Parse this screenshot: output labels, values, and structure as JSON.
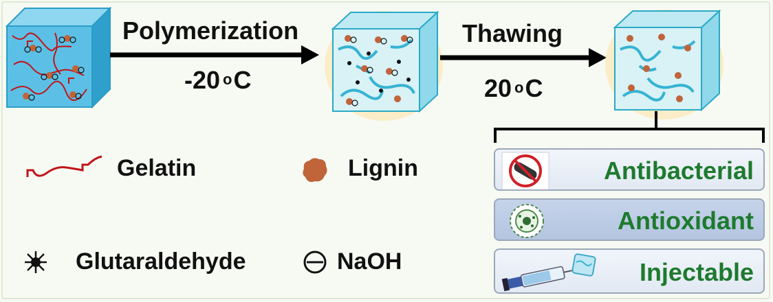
{
  "steps": [
    {
      "label": "Polymerization",
      "temperature": "-20",
      "unit_super": "o",
      "unit": "C"
    },
    {
      "label": "Thawing",
      "temperature": "20",
      "unit_super": "o",
      "unit": "C"
    }
  ],
  "legend": {
    "gelatin": "Gelatin",
    "lignin": "Lignin",
    "glutaraldehyde": "Glutaraldehyde",
    "naoh": "NaOH"
  },
  "properties": [
    {
      "label": "Antibacterial",
      "icon": "no-bacteria-icon"
    },
    {
      "label": "Antioxidant",
      "icon": "cell-icon"
    },
    {
      "label": "Injectable",
      "icon": "syringe-icon"
    }
  ],
  "colors": {
    "property_text": "#1e7a2e",
    "gelatin": "#c0141b",
    "lignin": "#c0643a",
    "cube_face": "#5cc0e6",
    "hydrogel": "#d8f2f6"
  }
}
